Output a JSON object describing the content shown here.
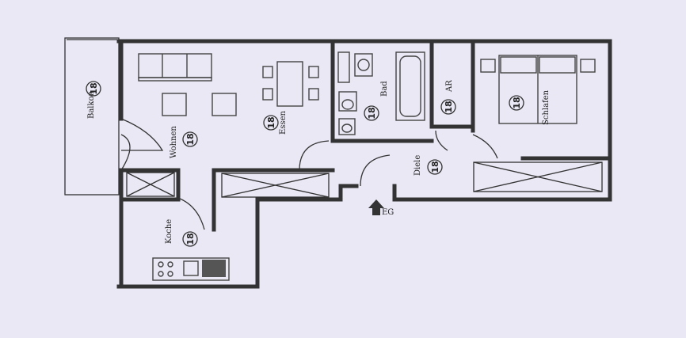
{
  "rooms": {
    "balkon": {
      "label": "Balkon",
      "num": "18"
    },
    "wohnen": {
      "label": "Wohnen",
      "num": "18"
    },
    "essen": {
      "label": "Essen",
      "num": "18"
    },
    "bad": {
      "label": "Bad",
      "num": "18"
    },
    "ar": {
      "label": "AR",
      "num": "18"
    },
    "schlafen": {
      "label": "Schlafen",
      "num": "18"
    },
    "diele": {
      "label": "Diele",
      "num": "18"
    },
    "koche": {
      "label": "Koche",
      "num": "18"
    }
  },
  "entrance": {
    "label": "EG"
  }
}
